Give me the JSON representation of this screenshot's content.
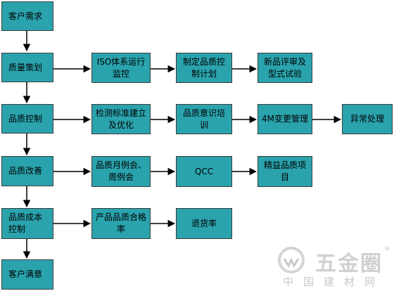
{
  "colors": {
    "box_fill": "#2aa3ad",
    "box_border": "#3c3c3c",
    "arrow": "#000000"
  },
  "main_chain": {
    "customer_demand": "客户需求",
    "quality_planning": "质量策划",
    "quality_control": "品质控制",
    "quality_improvement": "品质改善",
    "quality_cost_control": "品质成本控制",
    "customer_satisfaction": "客户满意"
  },
  "row_planning": {
    "iso_system": "ISO体系运行监控",
    "control_plan": "制定品质控制计划",
    "new_product_review": "新品评审及型式试验"
  },
  "row_control": {
    "inspection_standard": "检测标准建立及优化",
    "quality_awareness": "品质意识培训",
    "change_4m": "4M变更管理",
    "exception_handling": "异常处理"
  },
  "row_improvement": {
    "monthly_weekly_meeting": "品质月例会、周例会",
    "qcc": "QCC",
    "lean_quality_project": "精益品质项目"
  },
  "row_cost": {
    "product_pass_rate": "产品品质合格率",
    "return_rate": "退货率"
  },
  "watermark": {
    "logo_text": "五金圈",
    "registered_mark": "®",
    "site_name": "中国建材网"
  }
}
